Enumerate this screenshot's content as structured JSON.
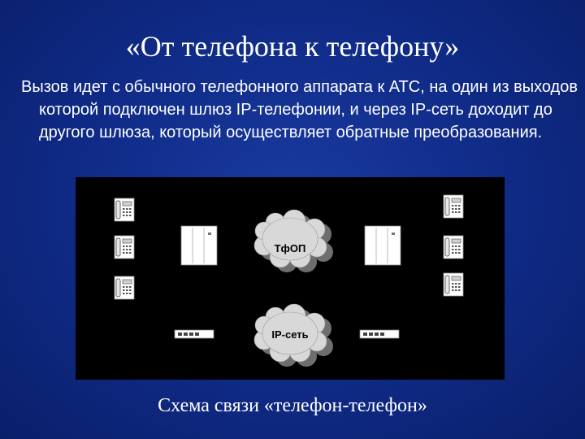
{
  "slide": {
    "title": "«От телефона к телефону»",
    "body": "Вызов идет с обычного телефонного аппарата к АТС, на один из выходов которой подключен шлюз IP-телефонии, и через IP-сеть доходит до другого шлюза, который осуществляет обратные преобразования.",
    "caption": "Схема связи «телефон-телефон»"
  },
  "diagram": {
    "cloud_pstn_label": "ТфОП",
    "cloud_ip_label": "IP-сеть"
  }
}
